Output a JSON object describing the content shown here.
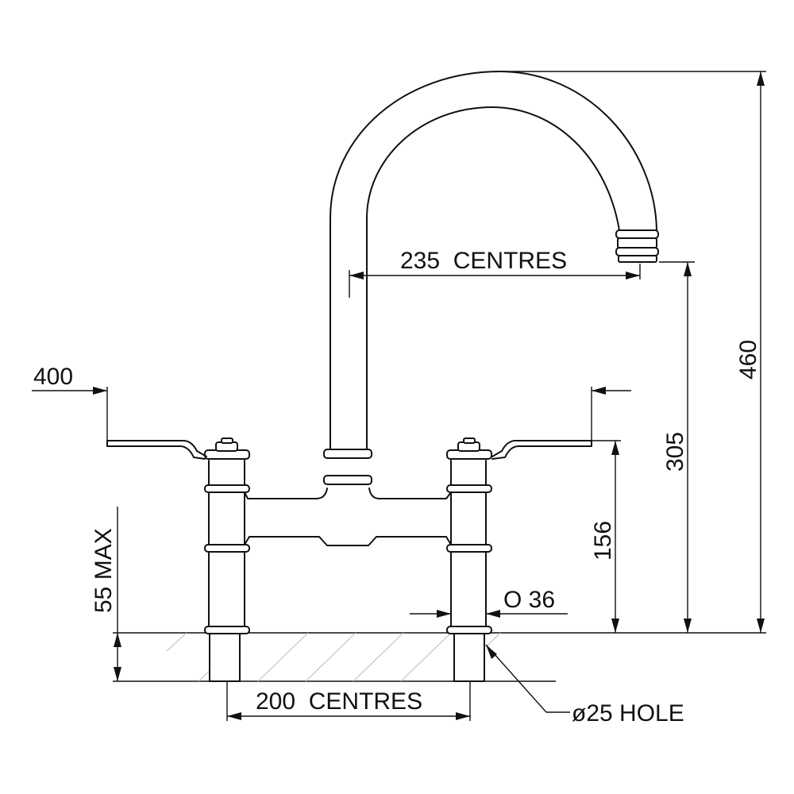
{
  "labels": {
    "spout_centres": "235  CENTRES",
    "lever_span": "400",
    "total_height": "460",
    "spout_height": "305",
    "body_height": "156",
    "deck_max": "55 MAX",
    "shank_diameter": "O 36",
    "tap_centres": "200  CENTRES",
    "hole": "ø25 HOLE"
  }
}
